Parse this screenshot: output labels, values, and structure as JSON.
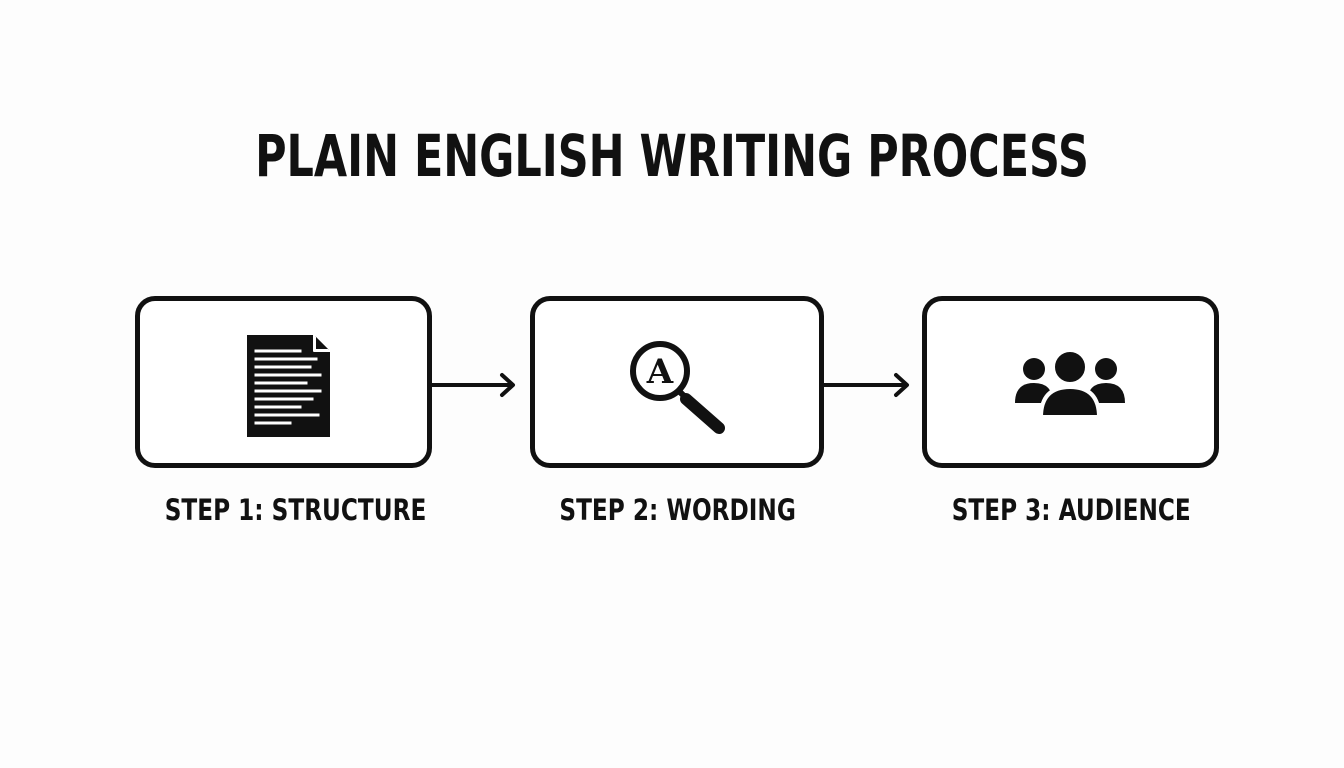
{
  "title": "PLAIN ENGLISH WRITING PROCESS",
  "steps": [
    {
      "label": "STEP 1: STRUCTURE",
      "icon": "document-icon"
    },
    {
      "label": "STEP 2: WORDING",
      "icon": "magnifier-letter-icon",
      "icon_letter": "A"
    },
    {
      "label": "STEP 3: AUDIENCE",
      "icon": "people-group-icon"
    }
  ],
  "colors": {
    "ink": "#111111",
    "background": "#fdfdfd"
  }
}
